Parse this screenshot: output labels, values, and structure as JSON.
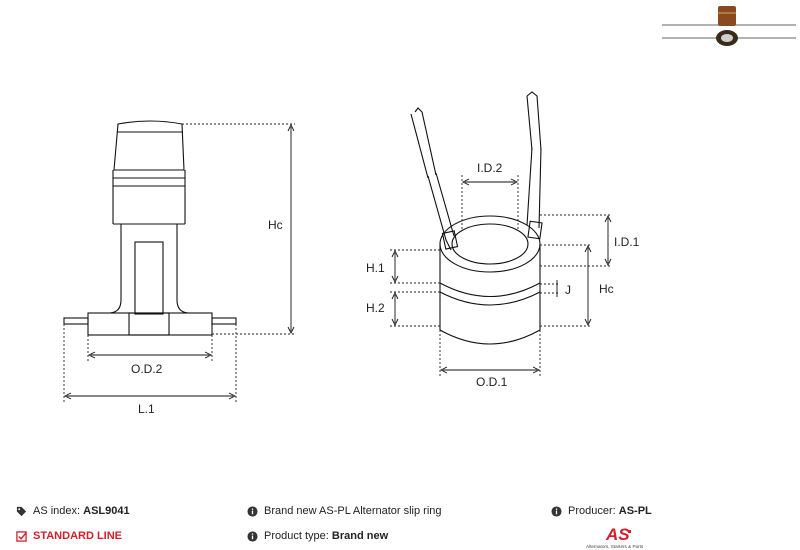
{
  "diagram": {
    "labels": {
      "hc_left": "Hc",
      "od2": "O.D.2",
      "l1": "L.1",
      "id2": "I.D.2",
      "id1": "I.D.1",
      "h1": "H.1",
      "h2": "H.2",
      "j": "J",
      "hc_right": "Hc",
      "od1": "O.D.1"
    }
  },
  "footer": {
    "as_index_label": "AS index:",
    "as_index_value": "ASL9041",
    "standard_line": "STANDARD LINE",
    "description": "Brand new AS-PL Alternator slip ring",
    "product_type_label": "Product type:",
    "product_type_value": "Brand new",
    "producer_label": "Producer:",
    "producer_value": "AS-PL",
    "logo_text": "AS",
    "logo_tagline": "Alternators, Starters & Parts"
  },
  "colors": {
    "accent": "#d21f2b",
    "line": "#111111",
    "copper": "#8a4a1f"
  },
  "icons": [
    "tag-icon",
    "check-square-icon",
    "info-icon"
  ]
}
